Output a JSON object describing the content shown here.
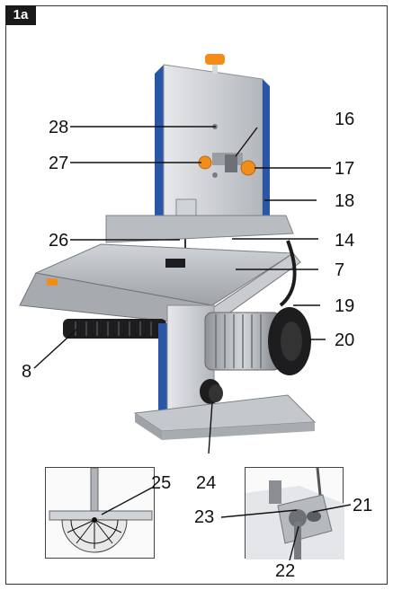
{
  "figure": {
    "tag": "1a"
  },
  "callouts": [
    {
      "id": "16",
      "label": "16"
    },
    {
      "id": "28",
      "label": "28"
    },
    {
      "id": "27",
      "label": "27"
    },
    {
      "id": "17",
      "label": "17"
    },
    {
      "id": "18",
      "label": "18"
    },
    {
      "id": "26",
      "label": "26"
    },
    {
      "id": "14",
      "label": "14"
    },
    {
      "id": "7",
      "label": "7"
    },
    {
      "id": "19",
      "label": "19"
    },
    {
      "id": "20",
      "label": "20"
    },
    {
      "id": "8",
      "label": "8"
    },
    {
      "id": "24",
      "label": "24"
    },
    {
      "id": "25",
      "label": "25"
    },
    {
      "id": "21",
      "label": "21"
    },
    {
      "id": "23",
      "label": "23"
    },
    {
      "id": "22",
      "label": "22"
    }
  ],
  "colors": {
    "frame": "#333333",
    "metal": "#c9ccd0",
    "table": "#b7bbc0",
    "blue_panel": "#2a56a8",
    "knob_orange": "#f28c1a",
    "motor_black": "#1d1d1f",
    "motor_housing": "#bfc3c7"
  }
}
